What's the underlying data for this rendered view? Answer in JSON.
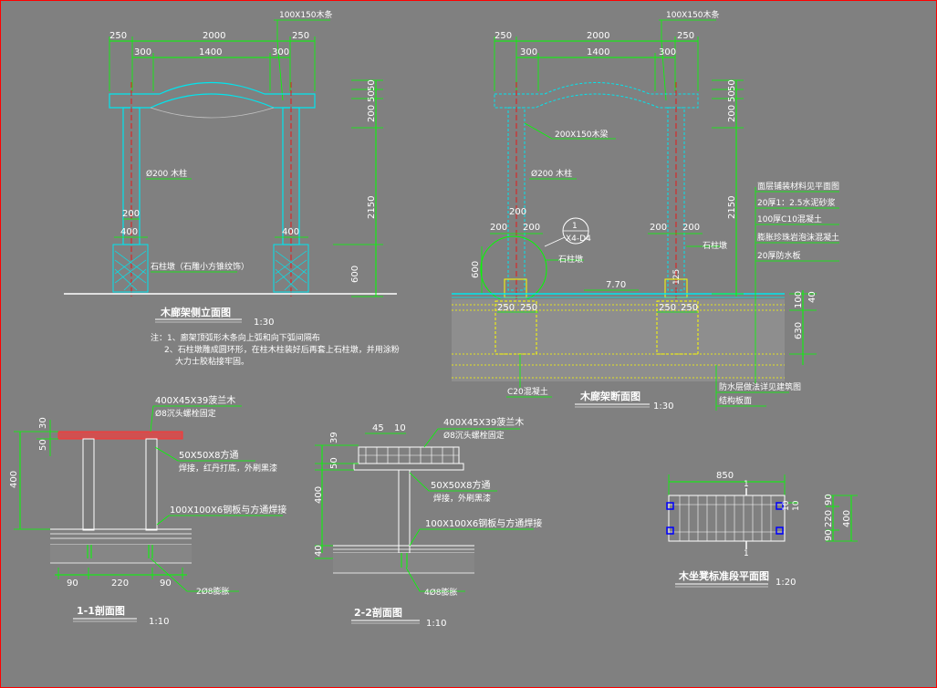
{
  "colors": {
    "background": "#808080",
    "cyan": "#00e5ee",
    "green": "#00ff00",
    "yellow": "#ffff00",
    "red": "#ff0000",
    "white": "#ffffff",
    "blue": "#0000ff"
  },
  "side_elevation": {
    "title": "木廊架侧立面图",
    "scale": "1:30",
    "beam_label": "100X150木条",
    "top_dims": [
      "250",
      "2000",
      "250"
    ],
    "mid_dims": [
      "300",
      "1400",
      "300"
    ],
    "right_dims": [
      "50",
      "50",
      "200",
      "2150",
      "600"
    ],
    "column_label": "Ø200 木柱",
    "col_dim_200": "200",
    "col_dim_400a": "400",
    "col_dim_400b": "400",
    "base_label": "石柱墩（石雕小方锥纹饰）",
    "notes": [
      "注：1、廊架顶弧形木条向上弧和向下弧间隔布",
      "2、石柱墩雕成圆环形，在柱木柱装好后再套上石柱墩，并用涂粉",
      "大力士胶粘接牢固。"
    ]
  },
  "cross_section": {
    "title": "木廊架断面图",
    "scale": "1:30",
    "beam_label": "100X150木条",
    "top_dims": [
      "250",
      "2000",
      "250"
    ],
    "mid_dims": [
      "300",
      "1400",
      "300"
    ],
    "right_dims": [
      "50",
      "50",
      "200",
      "2150",
      "100",
      "630",
      "40"
    ],
    "beam2_label": "200X150木梁",
    "column_label": "Ø200 木柱",
    "dims_200_left": [
      "200",
      "200"
    ],
    "dims_200_right": [
      "200",
      "200"
    ],
    "dim_600": "600",
    "bubble_num": "1",
    "bubble_ref": "X4-D4",
    "stone_base_left": "石柱墩",
    "stone_base_right": "石柱墩",
    "small_dim": "7.70",
    "post_dims_left": [
      "250",
      "250"
    ],
    "post_dims_right": [
      "250",
      "250"
    ],
    "layer_notes": [
      "面层铺装材料见平面图",
      "20厚1：2.5水泥砂浆",
      "100厚C10混凝土",
      "膨胀珍珠岩泡沫混凝土",
      "20厚防水板"
    ],
    "footing_label": "C20混凝土",
    "bottom_notes": [
      "防水层做法详见建筑图",
      "结构板面"
    ],
    "height_label": "125"
  },
  "section_1": {
    "title": "1-1剖面图",
    "scale": "1:10",
    "top_label": "400X45X39菠兰木",
    "sub_label": "Ø8沉头螺栓固定",
    "tube_label": "50X50X8方通",
    "tube_note": "焊接，红丹打底，外刷黑漆",
    "plate_label": "100X100X6钢板与方通焊接",
    "bolt_label": "2Ø8膨胀",
    "left_dims": [
      "30",
      "50",
      "400"
    ],
    "bottom_dims": [
      "90",
      "220",
      "90"
    ]
  },
  "section_2": {
    "title": "2-2剖面图",
    "scale": "1:10",
    "top_label": "400X45X39菠兰木",
    "sub_label": "Ø8沉头螺栓固定",
    "tube_label": "50X50X8方通",
    "tube_note": "焊接，外刷黑漆",
    "plate_label": "100X100X6钢板与方通焊接",
    "bolt_label": "4Ø8膨胀",
    "top_dims": [
      "45",
      "10"
    ],
    "left_dims": [
      "39",
      "50",
      "400",
      "40"
    ]
  },
  "bench_plan": {
    "title": "木坐凳标准段平面图",
    "scale": "1:20",
    "width_dim": "850",
    "right_dims": [
      "90",
      "220",
      "90",
      "400"
    ],
    "side_dims": [
      "10",
      "10"
    ],
    "section_marks": [
      "1",
      "1"
    ]
  }
}
